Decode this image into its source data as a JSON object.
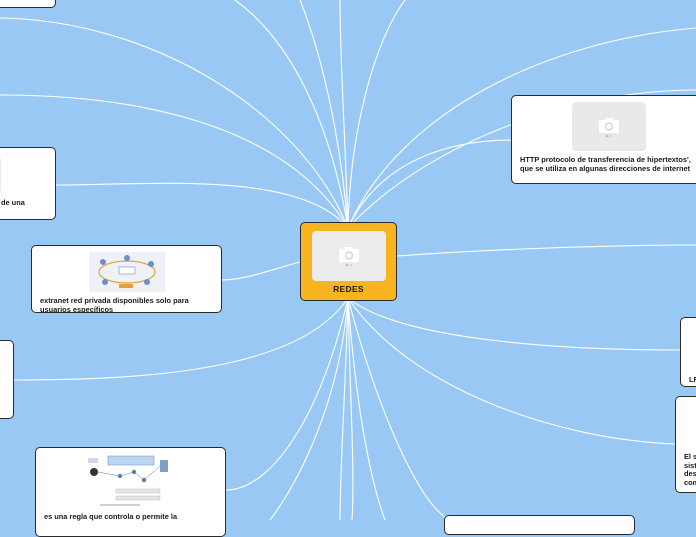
{
  "central": {
    "title": "REDES",
    "icon": "camera-icon"
  },
  "nodes": {
    "http": {
      "text": "HTTP protocolo de transferencia de hipertextos', que se utiliza en algunas direcciones de internet"
    },
    "extranet": {
      "text": "extranet red privada disponibles solo para usuarios específicos"
    },
    "left_partial": {
      "text": "de una"
    },
    "firewall": {
      "text": "es una regla que controla o permite la"
    },
    "right_lr": {
      "text": "LR"
    },
    "right_el": {
      "text": "El s sist des com"
    }
  },
  "colors": {
    "background": "#99c8f4",
    "central_fill": "#f8b520",
    "connector": "#ffffff",
    "node_fill": "#ffffff"
  }
}
